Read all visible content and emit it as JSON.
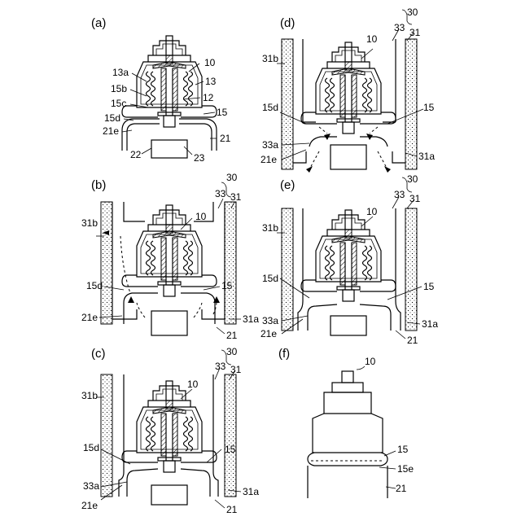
{
  "panels": [
    {
      "id": "a",
      "label": "(a)",
      "callouts": [
        "10",
        "13a",
        "13",
        "15b",
        "12",
        "15c",
        "15",
        "15d",
        "21e",
        "21",
        "22",
        "23"
      ]
    },
    {
      "id": "b",
      "label": "(b)",
      "callouts": [
        "30",
        "33",
        "31",
        "10",
        "31b",
        "15d",
        "15",
        "21e",
        "31a",
        "21"
      ]
    },
    {
      "id": "c",
      "label": "(c)",
      "callouts": [
        "30",
        "33",
        "31",
        "10",
        "31b",
        "15d",
        "15",
        "33a",
        "21e",
        "31a",
        "21"
      ]
    },
    {
      "id": "d",
      "label": "(d)",
      "callouts": [
        "30",
        "33",
        "31",
        "10",
        "31b",
        "15d",
        "15",
        "33a",
        "21e",
        "31a"
      ]
    },
    {
      "id": "e",
      "label": "(e)",
      "callouts": [
        "30",
        "33",
        "31",
        "10",
        "31b",
        "15d",
        "15",
        "33a",
        "21e",
        "31a",
        "21"
      ]
    },
    {
      "id": "f",
      "label": "(f)",
      "callouts": [
        "10",
        "15",
        "15e",
        "21"
      ]
    }
  ]
}
